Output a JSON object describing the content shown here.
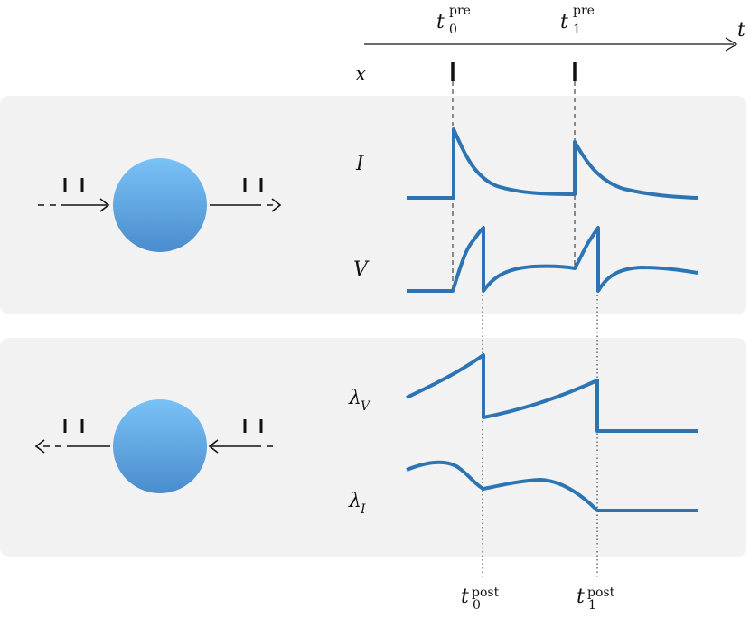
{
  "colors": {
    "panel_fill": "#f2f2f2",
    "trace": "#2c74b3",
    "neuron_top": "#78c2f6",
    "neuron_bottom": "#4a8ccc",
    "line": "#111111"
  },
  "time_axis": {
    "label": "t"
  },
  "pre_spikes": [
    {
      "base": "t",
      "sub": "0",
      "sup": "pre"
    },
    {
      "base": "t",
      "sub": "1",
      "sup": "pre"
    }
  ],
  "post_spikes": [
    {
      "base": "t",
      "sub": "0",
      "sup": "post"
    },
    {
      "base": "t",
      "sub": "1",
      "sup": "post"
    }
  ],
  "forward_panel": {
    "rows": [
      {
        "label": "x"
      },
      {
        "label": "I"
      },
      {
        "label": "V"
      }
    ],
    "flow_direction": "right"
  },
  "backward_panel": {
    "rows": [
      {
        "base": "λ",
        "sub": "V"
      },
      {
        "base": "λ",
        "sub": "I"
      }
    ],
    "flow_direction": "left"
  },
  "icons": [
    "neuron-circle-icon",
    "spike-train-arrow-icon"
  ]
}
